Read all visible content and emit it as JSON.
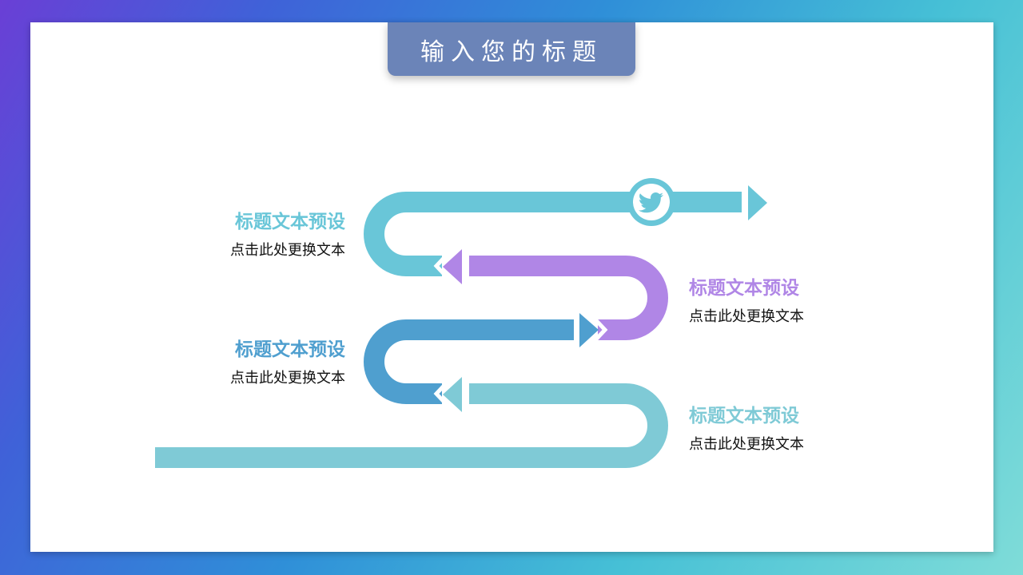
{
  "title": "输入您的标题",
  "steps": [
    {
      "title": "标题文本预设",
      "text": "点击此处更换文本",
      "color": "#69c6d8"
    },
    {
      "title": "标题文本预设",
      "text": "点击此处更换文本",
      "color": "#b086e6"
    },
    {
      "title": "标题文本预设",
      "text": "点击此处更换文本",
      "color": "#4f9fcf"
    },
    {
      "title": "标题文本预设",
      "text": "点击此处更换文本",
      "color": "#7fcad6"
    }
  ],
  "icon": "twitter-icon"
}
